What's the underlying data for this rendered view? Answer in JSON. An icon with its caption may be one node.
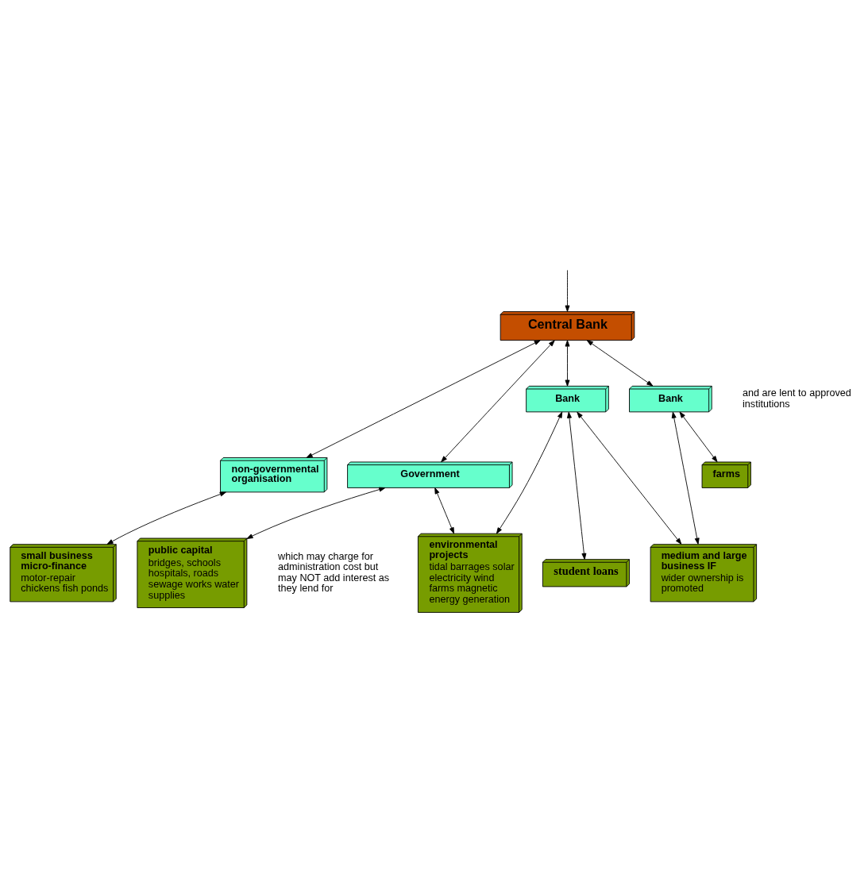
{
  "diagram": {
    "nodes": [
      {
        "text": [
          "Central Bank"
        ]
      },
      {
        "text": [
          "Bank"
        ]
      },
      {
        "text": [
          "Bank"
        ]
      },
      {
        "text": [
          "non-governmental organisation"
        ]
      },
      {
        "text": [
          "Government"
        ]
      },
      {
        "text": [
          "farms"
        ]
      },
      {
        "text": [
          "small business micro-finance",
          "motor-repair chickens fish ponds"
        ]
      },
      {
        "text": [
          "public capital",
          "bridges, schools hospitals, roads sewage works water supplies"
        ]
      },
      {
        "text": [
          "environmental projects",
          "tidal barrages solar electricity wind farms magnetic energy generation"
        ]
      },
      {
        "text": [
          "medium and large business IF",
          "wider ownership is promoted"
        ]
      },
      {
        "text": [
          "student loans"
        ]
      }
    ],
    "edges": [
      {
        "from": null,
        "to": 0,
        "arrow": "to"
      },
      {
        "from": 0,
        "to": 2,
        "arrow": "both"
      },
      {
        "from": 0,
        "to": 1,
        "arrow": "both"
      },
      {
        "from": 0,
        "to": 3,
        "arrow": "both"
      },
      {
        "from": 0,
        "to": 4,
        "arrow": "both"
      },
      {
        "from": 3,
        "to": 6,
        "arrow": "both"
      },
      {
        "from": 4,
        "to": 7,
        "arrow": "both"
      },
      {
        "from": 4,
        "to": 8,
        "arrow": "both"
      },
      {
        "from": 1,
        "to": 8,
        "arrow": "both"
      },
      {
        "from": 1,
        "to": 10,
        "arrow": "both"
      },
      {
        "from": 1,
        "to": 9,
        "arrow": "both"
      },
      {
        "from": 2,
        "to": 5,
        "arrow": "both"
      },
      {
        "from": 2,
        "to": 9,
        "arrow": "both"
      }
    ],
    "labels": [
      "and are lent to approved institutions",
      "which may charge for administration cost but may NOT add interest as they lend for"
    ]
  }
}
